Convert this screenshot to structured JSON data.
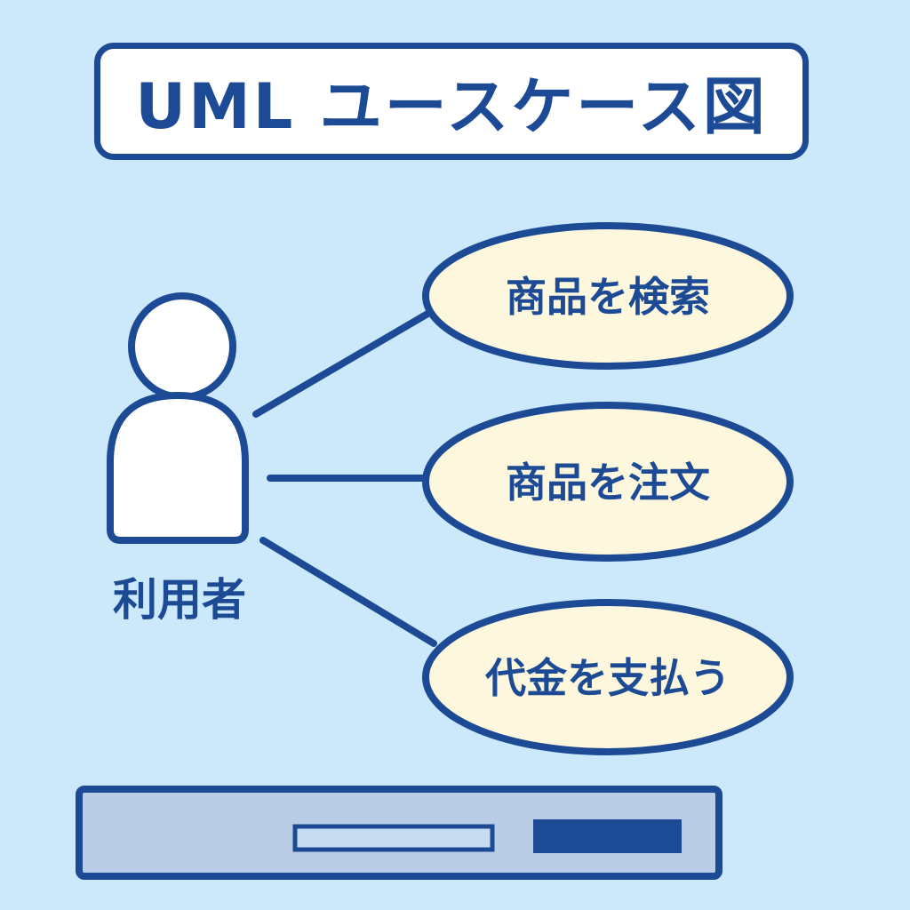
{
  "title": "UML ユースケース図",
  "actor": {
    "label": "利用者",
    "icon": "person-icon"
  },
  "use_cases": [
    {
      "label": "商品を検索"
    },
    {
      "label": "商品を注文"
    },
    {
      "label": "代金を支払う"
    }
  ],
  "colors": {
    "background": "#cbe9fb",
    "stroke": "#1c4a94",
    "use_case_fill": "#fdf7dd",
    "actor_fill": "#ffffff",
    "bar_fill": "#b9cde6",
    "bar_dark": "#1c4a94"
  }
}
